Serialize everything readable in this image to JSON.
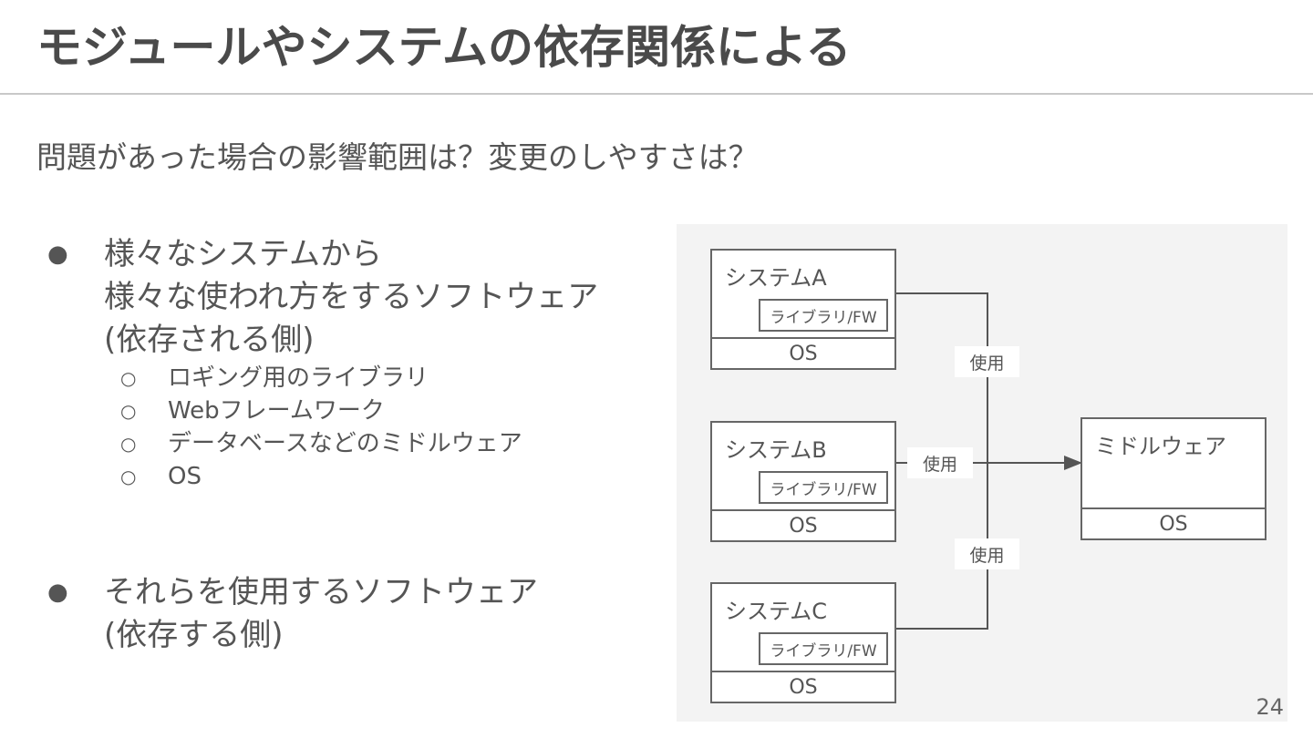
{
  "title": "モジュールやシステムの依存関係による",
  "subtitle": "問題があった場合の影響範囲は？変更のしやすさは？",
  "bullets": [
    {
      "lines": [
        "様々なシステムから",
        "様々な使われ方をするソフトウェア",
        "(依存される側)"
      ],
      "subitems": [
        "ロギング用のライブラリ",
        "Webフレームワーク",
        "データベースなどのミドルウェア",
        "OS"
      ]
    },
    {
      "lines": [
        "それらを使用するソフトウェア",
        "(依存する側)"
      ],
      "subitems": []
    }
  ],
  "diagram": {
    "systems": [
      {
        "name": "システムA",
        "library": "ライブラリ/FW",
        "os": "OS"
      },
      {
        "name": "システムB",
        "library": "ライブラリ/FW",
        "os": "OS"
      },
      {
        "name": "システムC",
        "library": "ライブラリ/FW",
        "os": "OS"
      }
    ],
    "middleware": {
      "name": "ミドルウェア",
      "os": "OS"
    },
    "edge_label": "使用"
  },
  "page_number": "24"
}
